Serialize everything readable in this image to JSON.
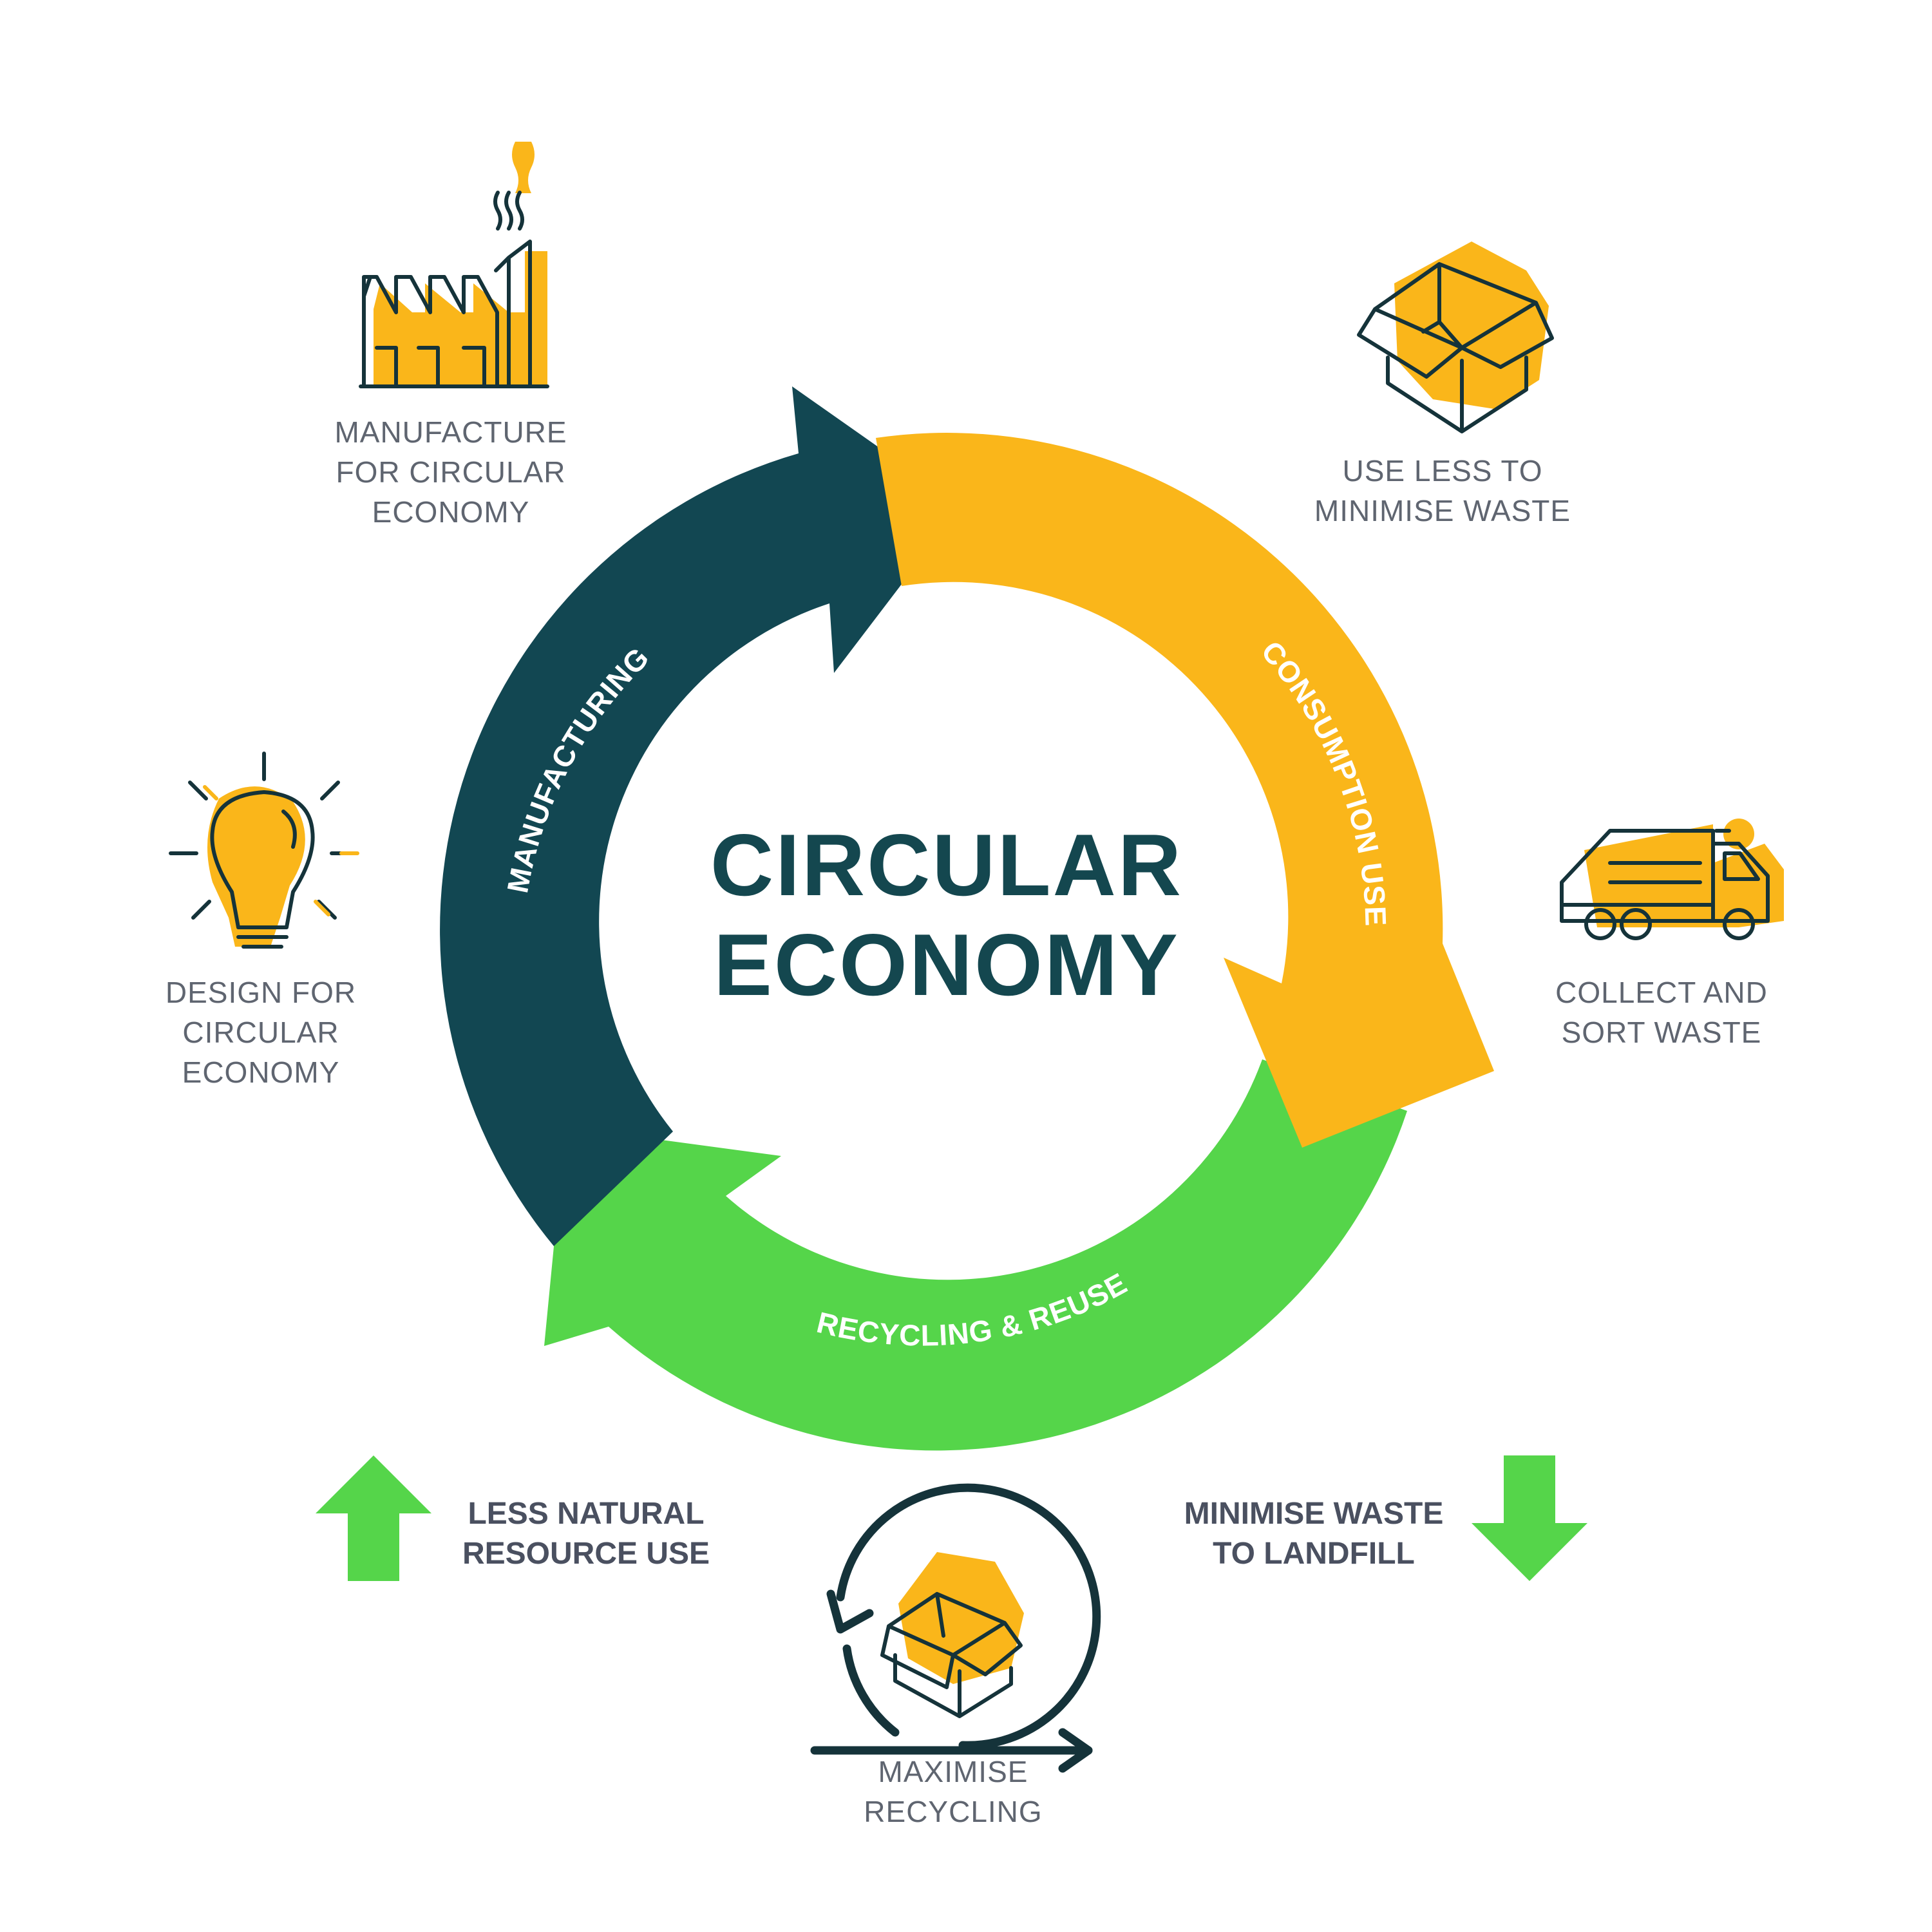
{
  "title_line1": "CIRCULAR",
  "title_line2": "ECONOMY",
  "cycle": [
    {
      "label": "MANUFACTURING",
      "color": "#124752"
    },
    {
      "label": "CONSUMPTION USE",
      "color": "#fab61a"
    },
    {
      "label": "RECYCLING & REUSE",
      "color": "#55d54a"
    }
  ],
  "stages": [
    {
      "icon": "factory-icon",
      "caption": "MANUFACTURE\nFOR CIRCULAR\nECONOMY"
    },
    {
      "icon": "box-icon",
      "caption": "USE LESS TO\nMINIMISE WASTE"
    },
    {
      "icon": "truck-icon",
      "caption": "COLLECT AND\nSORT WASTE"
    },
    {
      "icon": "lightbulb-icon",
      "caption": "DESIGN FOR\nCIRCULAR\nECONOMY"
    },
    {
      "icon": "recycle-box-icon",
      "caption": "MAXIMISE\nRECYCLING"
    }
  ],
  "benefits": [
    {
      "icon": "arrow-up-icon",
      "text": "LESS NATURAL\nRESOURCE USE"
    },
    {
      "icon": "arrow-down-icon",
      "text": "MINIMISE WASTE\nTO LANDFILL"
    }
  ],
  "colors": {
    "dark_teal": "#124752",
    "yellow": "#fab61a",
    "green": "#55d54a",
    "icon_stroke": "#15333a",
    "caption_gray": "#5f6570"
  }
}
